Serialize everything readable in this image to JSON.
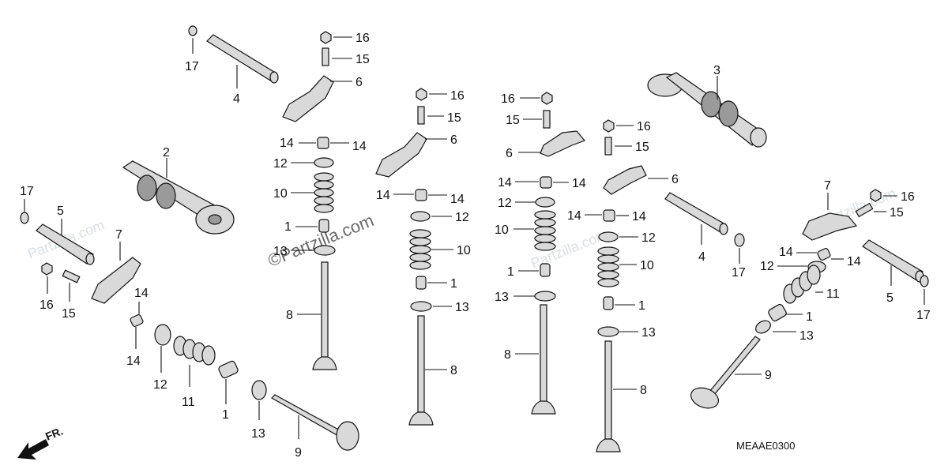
{
  "watermark": {
    "text": "Partzilla.com",
    "center_text": "©Partzilla.com"
  },
  "diagram_code": "MEAAE0300",
  "direction_marker": {
    "label": "FR.",
    "icon": "arrow-down-left-icon"
  },
  "callouts": {
    "c1": "1",
    "c2": "2",
    "c3": "3",
    "c4": "4",
    "c5": "5",
    "c6": "6",
    "c7": "7",
    "c8": "8",
    "c9": "9",
    "c10": "10",
    "c11": "11",
    "c12": "12",
    "c13": "13",
    "c14": "14",
    "c15": "15",
    "c16": "16",
    "c17": "17"
  }
}
